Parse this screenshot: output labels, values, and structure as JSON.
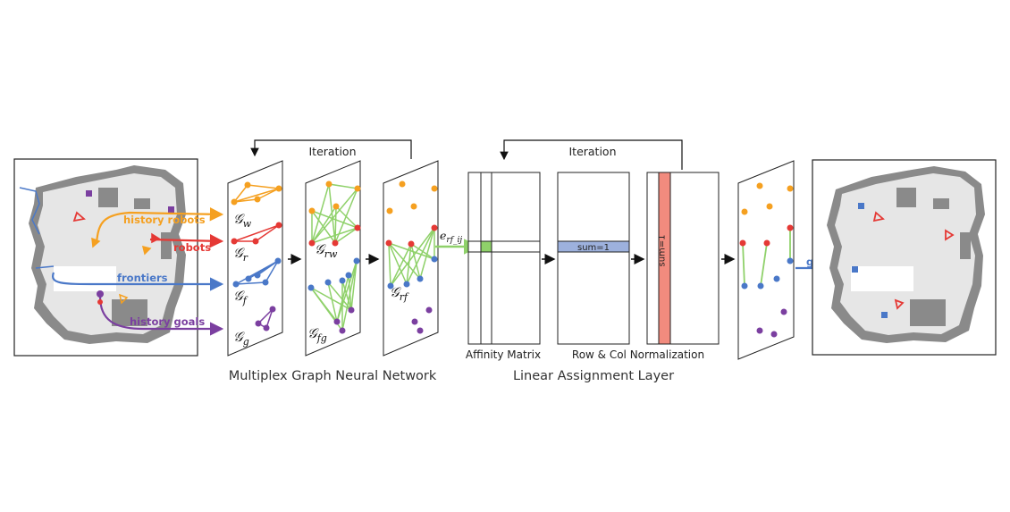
{
  "colors": {
    "robots_history": "#f5a020",
    "robots": "#e53935",
    "frontiers": "#4a78c8",
    "goals_history": "#7b3fa0",
    "edges": "#8fd16a",
    "wall": "#8a8a8a",
    "free": "#e6e6e6",
    "highlight_green": "#8fd16a",
    "highlight_blue": "#9db1dd",
    "highlight_red": "#f28b7e"
  },
  "map_labels": {
    "history_robots": "history robots",
    "robots": "robots",
    "frontiers": "frontiers",
    "history_goals": "history goals",
    "goals": "goals"
  },
  "graphs": {
    "gw": {
      "main": "𝒢",
      "sub": "w"
    },
    "gr": {
      "main": "𝒢",
      "sub": "r"
    },
    "gf": {
      "main": "𝒢",
      "sub": "f"
    },
    "gg": {
      "main": "𝒢",
      "sub": "g"
    },
    "grw": {
      "main": "𝒢",
      "sub": "rw"
    },
    "gfg": {
      "main": "𝒢",
      "sub": "fg"
    },
    "grf": {
      "main": "𝒢",
      "sub": "rf"
    }
  },
  "edge_label": {
    "main": "e",
    "sub": "rf_ij"
  },
  "iteration_labels": [
    "Iteration",
    "Iteration"
  ],
  "matrices": {
    "affinity": "Affinity Matrix",
    "row_col_norm": "Row & Col Normalization",
    "row_sum": "sum=1",
    "col_sum": "sum=1"
  },
  "sections": {
    "mgnn": "Multiplex Graph Neural Network",
    "lal": "Linear Assignment Layer"
  }
}
